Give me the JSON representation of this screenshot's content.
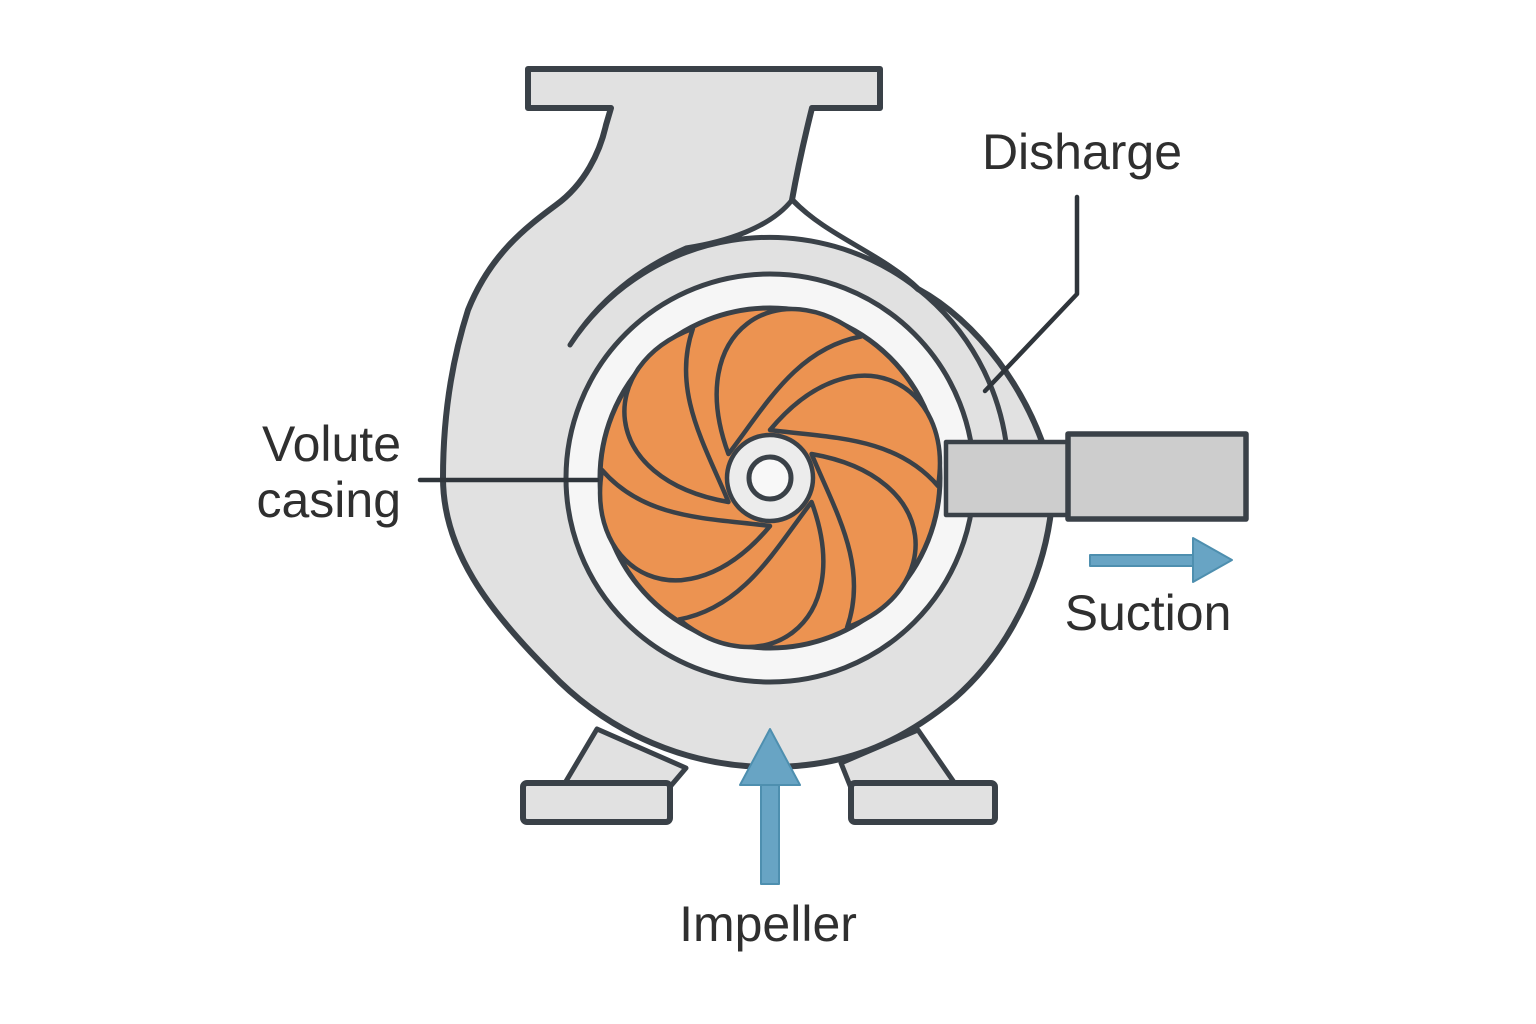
{
  "diagram": {
    "type": "centrifugal-pump-cross-section",
    "labels": {
      "discharge": "Disharge",
      "volute_casing_line1": "Volute",
      "volute_casing_line2": "casing",
      "suction": "Suction",
      "impeller": "Impeller"
    },
    "icons": {
      "flow_right": "suction-flow-arrow-right",
      "flow_up": "impeller-flow-arrow-up"
    },
    "colors": {
      "background": "#FFFFFF",
      "casing_gray": "#E1E1E1",
      "pipe_gray": "#CDCDCD",
      "gap_ring": "#F6F6F6",
      "hub_gray": "#ECECEC",
      "hub_center": "#F8F8F8",
      "impeller_orange": "#EC9351",
      "outline": "#3A4148",
      "leader_line": "#2F353B",
      "arrow_blue": "#68A4C4",
      "arrow_blue_edge": "#4E8FAF",
      "text": "#2F2F2F"
    }
  }
}
